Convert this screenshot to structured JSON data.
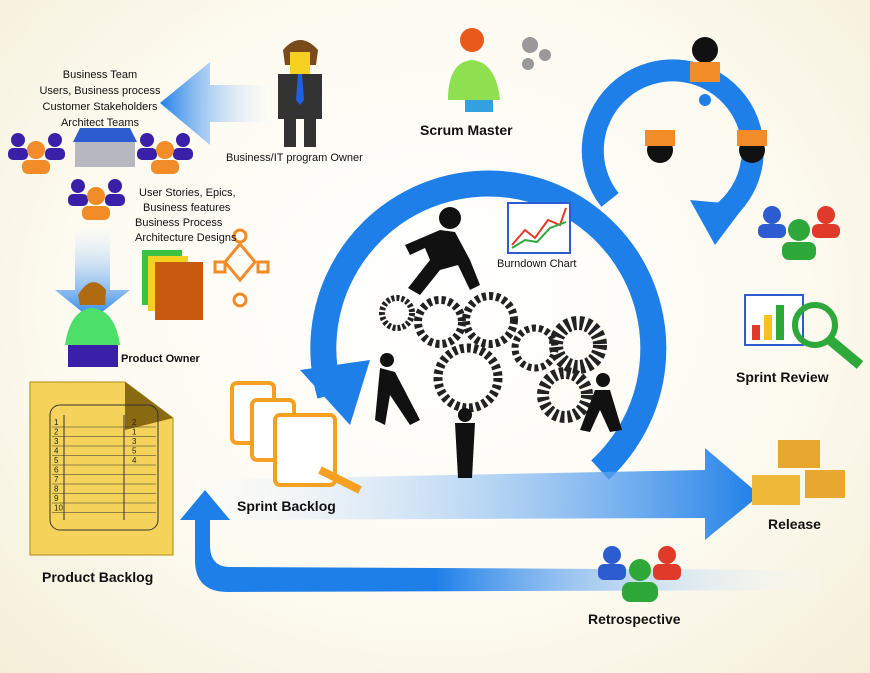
{
  "colors": {
    "blue": "#1f7fe8",
    "orange": "#f28c28",
    "purple": "#3a1fa8",
    "green": "#2fa83a",
    "red": "#e03a2a",
    "yellow": "#f5d35a"
  },
  "labels": {
    "business_team": [
      "Business Team",
      "Users,  Business process",
      "Customer Stakeholders",
      "Architect Teams"
    ],
    "program_owner": "Business/IT program Owner",
    "scrum_master": "Scrum Master",
    "artifacts": [
      "User Stories, Epics,",
      "Business features",
      "Business Process",
      "Architecture Designs"
    ],
    "burndown_chart": "Burndown Chart",
    "product_owner": "Product Owner",
    "sprint_review": "Sprint Review",
    "sprint_backlog": "Sprint  Backlog",
    "release": "Release",
    "product_backlog": "Product Backlog",
    "retrospective": "Retrospective"
  },
  "product_backlog_rows": [
    "1",
    "2",
    "3",
    "4",
    "5",
    "6",
    "7",
    "8",
    "9",
    "10"
  ],
  "product_backlog_points": [
    "2",
    "1",
    "3",
    "5",
    "4"
  ]
}
